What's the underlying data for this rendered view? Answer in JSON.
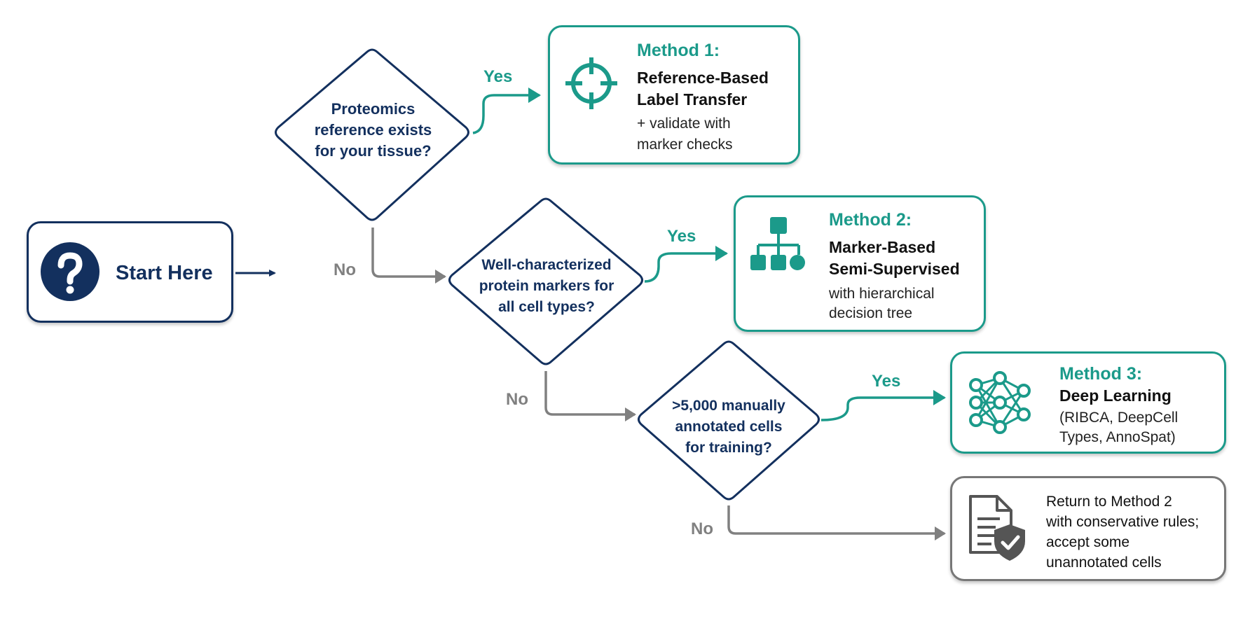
{
  "start": {
    "label": "Start Here",
    "icon": "question-mark-icon"
  },
  "decisions": [
    {
      "line1": "Proteomics",
      "line2": "reference exists",
      "line3": "for your tissue?"
    },
    {
      "line1": "Well-characterized",
      "line2": "protein markers for",
      "line3": "all cell types?"
    },
    {
      "line1": ">5,000 manually",
      "line2": "annotated cells",
      "line3": "for training?"
    }
  ],
  "branch_labels": {
    "yes": "Yes",
    "no": "No"
  },
  "methods": [
    {
      "title": "Method 1:",
      "sub1": "Reference-Based",
      "sub2": "Label Transfer",
      "note1": "+ validate with",
      "note2": "marker checks",
      "icon": "crosshair-target-icon"
    },
    {
      "title": "Method 2:",
      "sub1": "Marker-Based",
      "sub2": "Semi-Supervised",
      "note1": "with hierarchical",
      "note2": "decision tree",
      "icon": "hierarchy-tree-icon"
    },
    {
      "title": "Method 3:",
      "sub1": "Deep Learning",
      "note1": "(RIBCA, DeepCell",
      "note2": "Types, AnnoSpat)",
      "icon": "neural-network-icon"
    }
  ],
  "fallback": {
    "line1": "Return to Method 2",
    "line2": "with conservative rules;",
    "line3": "accept some",
    "line4": "unannotated cells",
    "icon": "document-shield-check-icon"
  },
  "colors": {
    "navy": "#13305e",
    "teal": "#1b9a8a",
    "grey": "#777777"
  }
}
